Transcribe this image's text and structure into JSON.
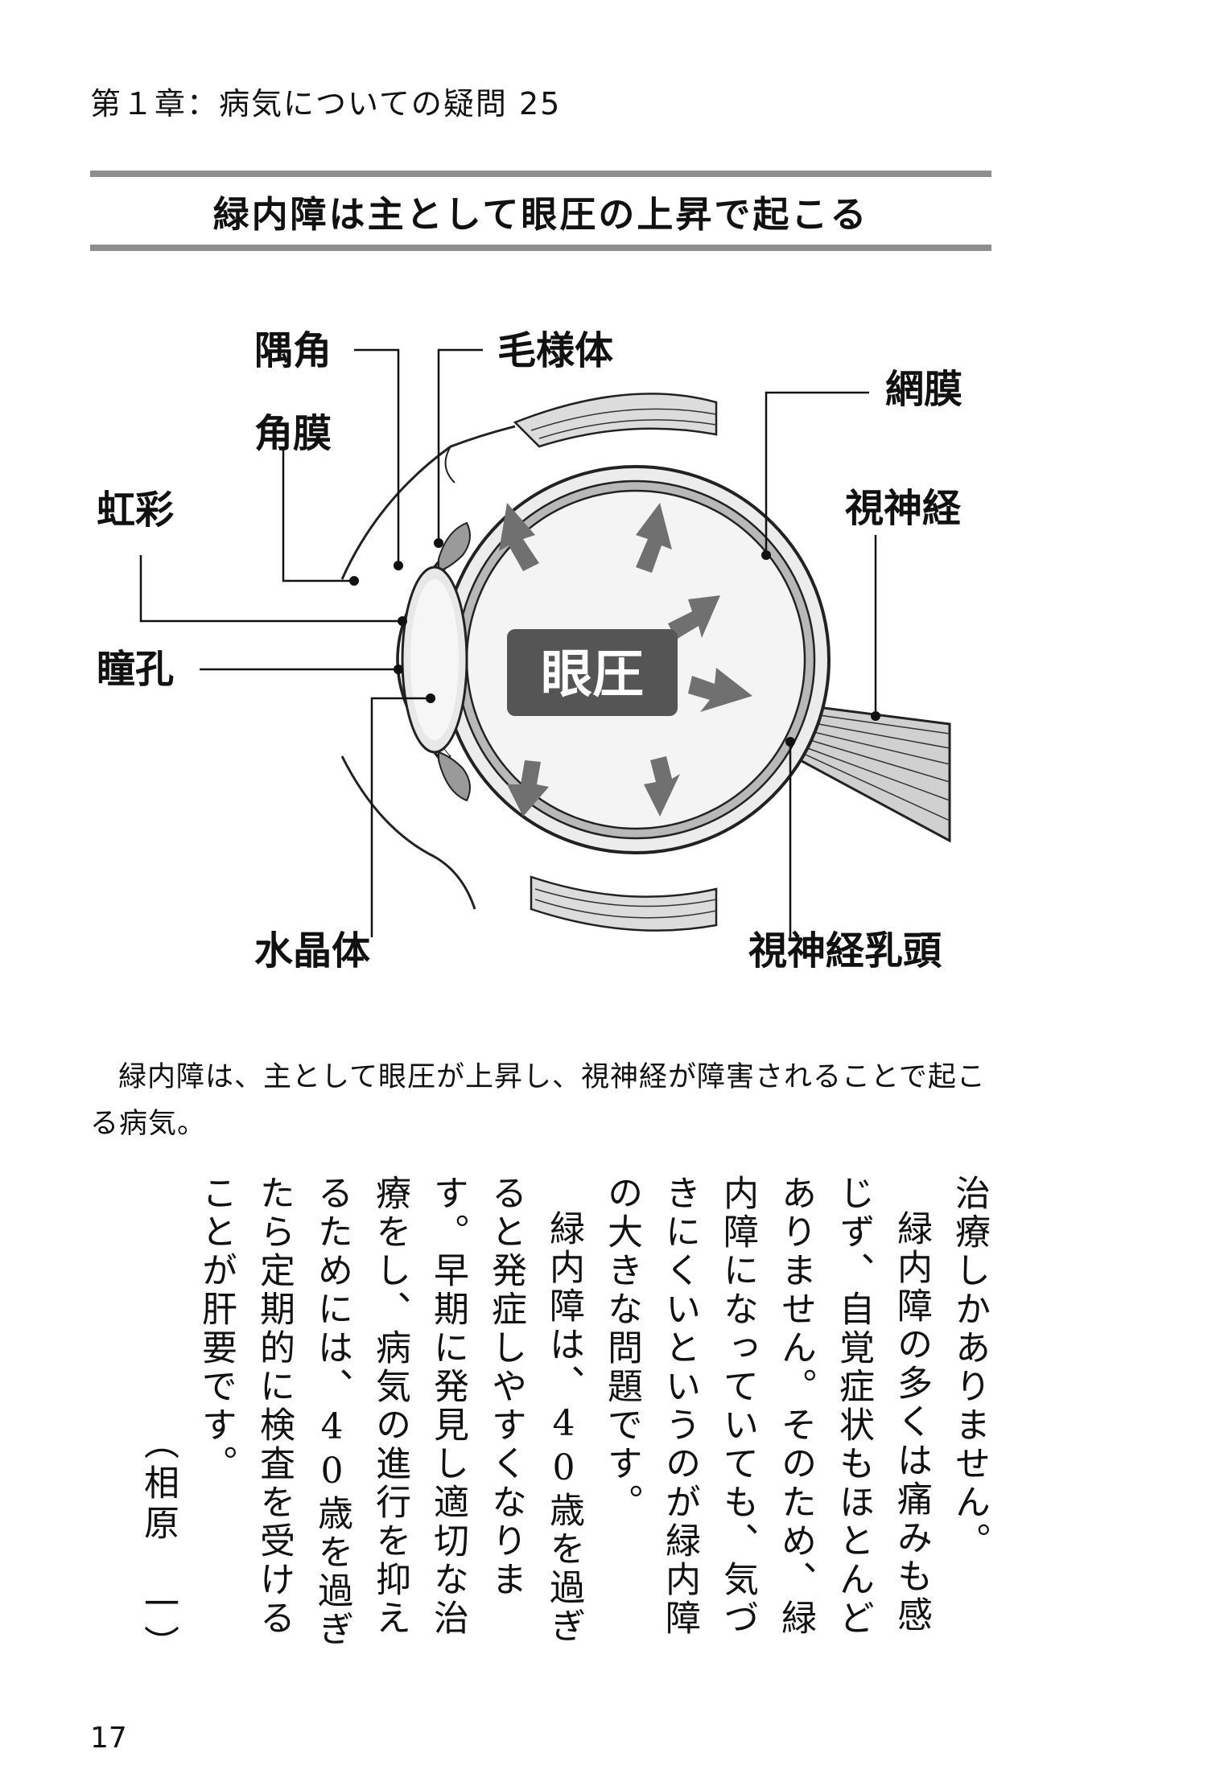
{
  "header": {
    "text": "第１章：病気についての疑問 25"
  },
  "title": {
    "text": "緑内障は主として眼圧の上昇で起こる"
  },
  "diagram": {
    "labels": {
      "guukaku": "隅角",
      "mouyoutai": "毛様体",
      "moumaku": "網膜",
      "kakumaku": "角膜",
      "kousai": "虹彩",
      "shishinkei": "視神経",
      "doukou": "瞳孔",
      "suishoutai": "水晶体",
      "nyuutou": "視神経乳頭"
    },
    "center_label": "眼圧"
  },
  "caption": {
    "text": "緑内障は、主として眼圧が上昇し、視神経が障害されることで起こる病気。"
  },
  "body": {
    "para1": "治療しかありません。",
    "para2": "緑内障の多くは痛みも感じず、自覚症状もほとんどありません。そのため、緑内障になっていても、気づきにくいというのが緑内障の大きな問題です。",
    "para3": "緑内障は、40歳を過ぎると発症しやすくなります。早期に発見し適切な治療をし、病気の進行を抑えるためには、40歳を過ぎたら定期的に検査を受けることが肝要です。",
    "author": "（相原　一）"
  },
  "page_number": "17",
  "colors": {
    "rule": "#8e8e8e",
    "badge": "#555555",
    "arrow": "#707070"
  }
}
